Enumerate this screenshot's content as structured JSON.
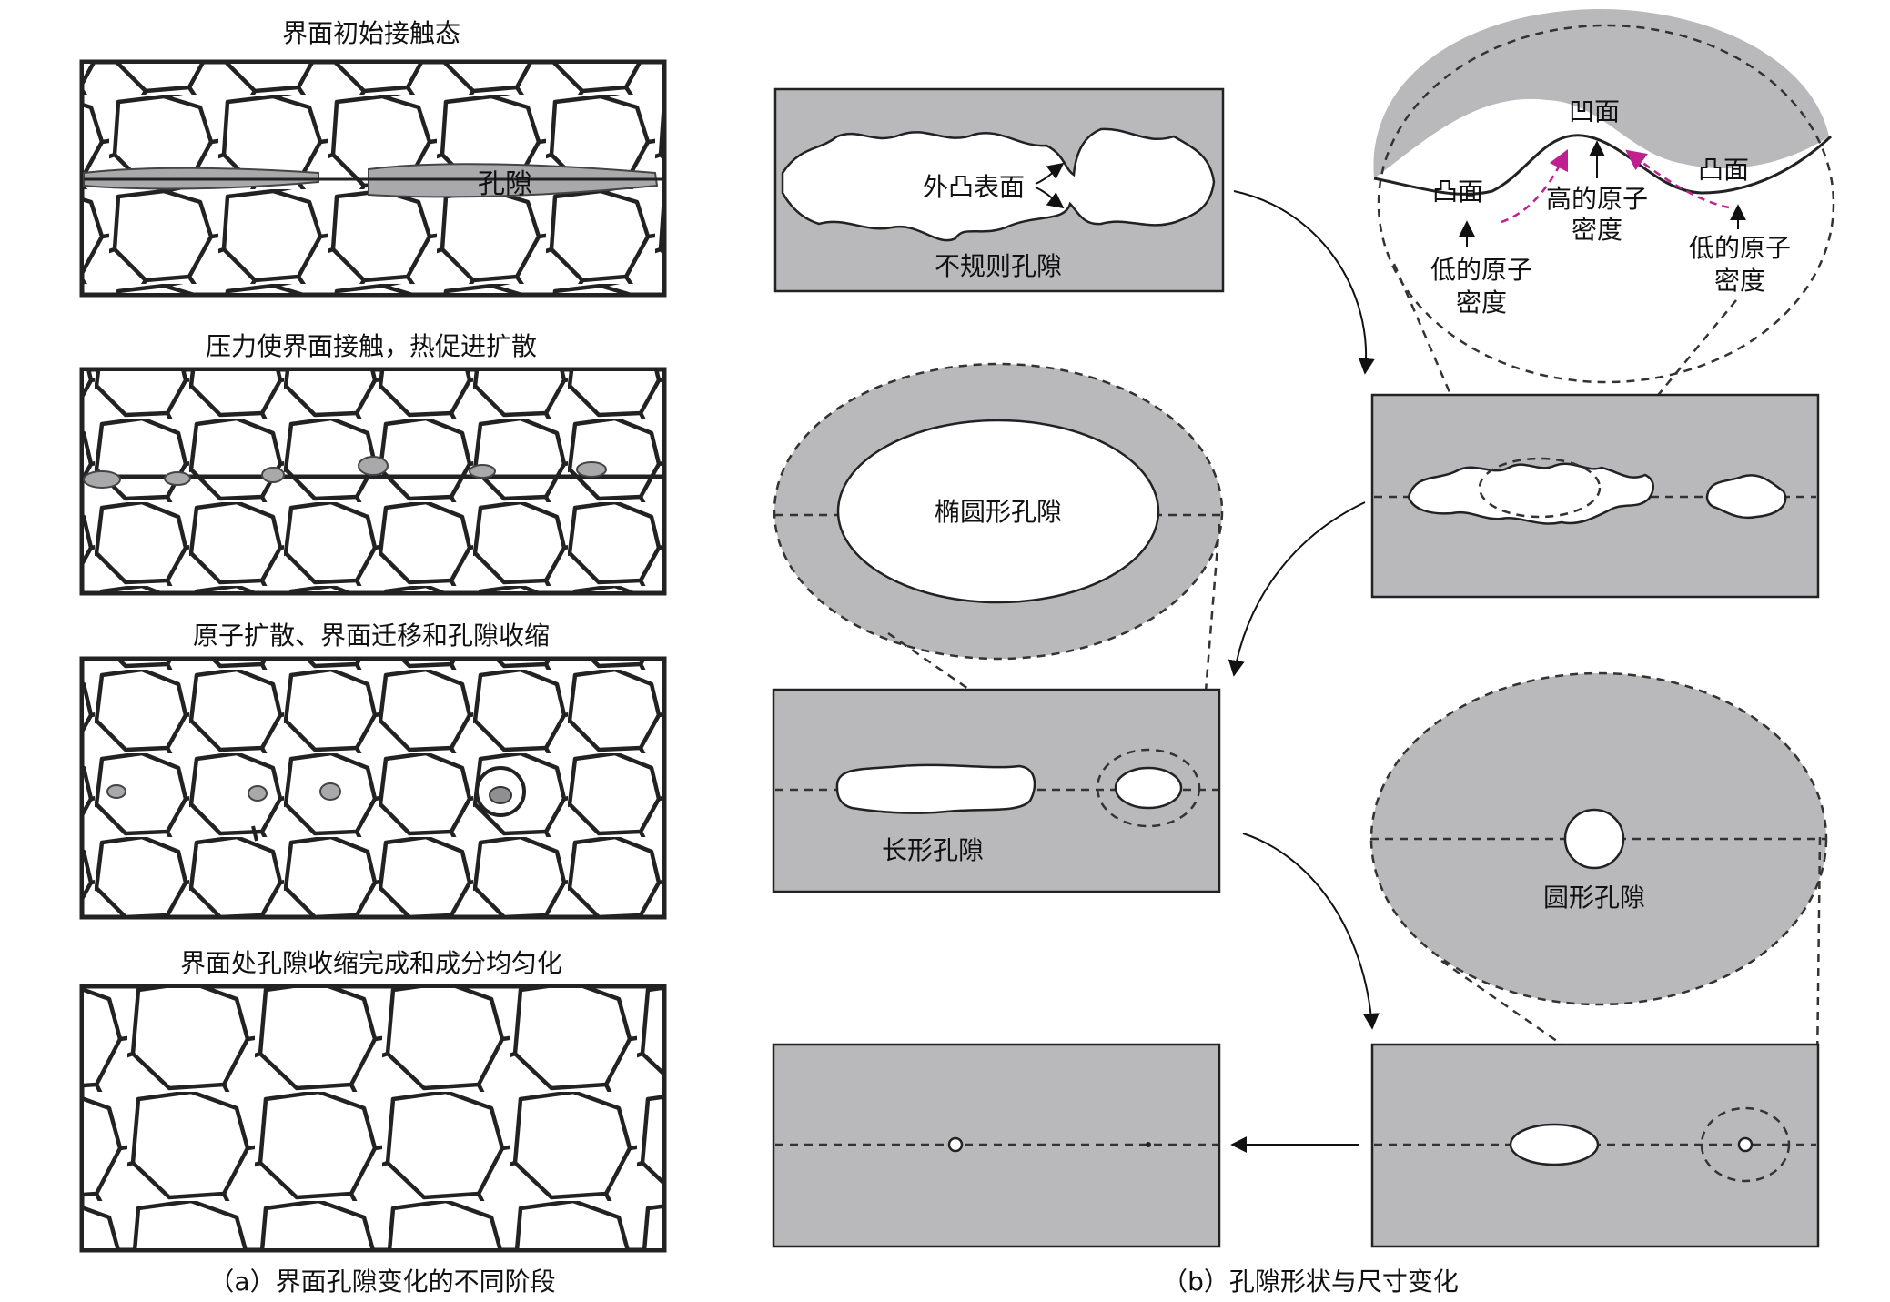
{
  "left_column": {
    "stage1_title": "界面初始接触态",
    "stage1_pore_label": "孔隙",
    "stage2_title": "压力使界面接触，热促进扩散",
    "stage3_title": "原子扩散、界面迁移和孔隙收缩",
    "stage4_title": "界面处孔隙收缩完成和成分均匀化",
    "caption": "（a）界面孔隙变化的不同阶段"
  },
  "right_column": {
    "irregular_convex_label": "外凸表面",
    "irregular_pore_label": "不规则孔隙",
    "zoom_concave": "凹面",
    "zoom_convex_left": "凸面",
    "zoom_convex_right": "凸面",
    "zoom_high_density_1": "高的原子",
    "zoom_high_density_2": "密度",
    "zoom_low_density_left_1": "低的原子",
    "zoom_low_density_left_2": "密度",
    "zoom_low_density_right_1": "低的原子",
    "zoom_low_density_right_2": "密度",
    "ellipse_pore_label": "椭圆形孔隙",
    "long_pore_label": "长形孔隙",
    "round_pore_label": "圆形孔隙",
    "caption": "（b）孔隙形状与尺寸变化"
  },
  "colors": {
    "matrix_gray": "#b9b9bb",
    "outline": "#222222",
    "density_arrow": "#c0208f"
  }
}
